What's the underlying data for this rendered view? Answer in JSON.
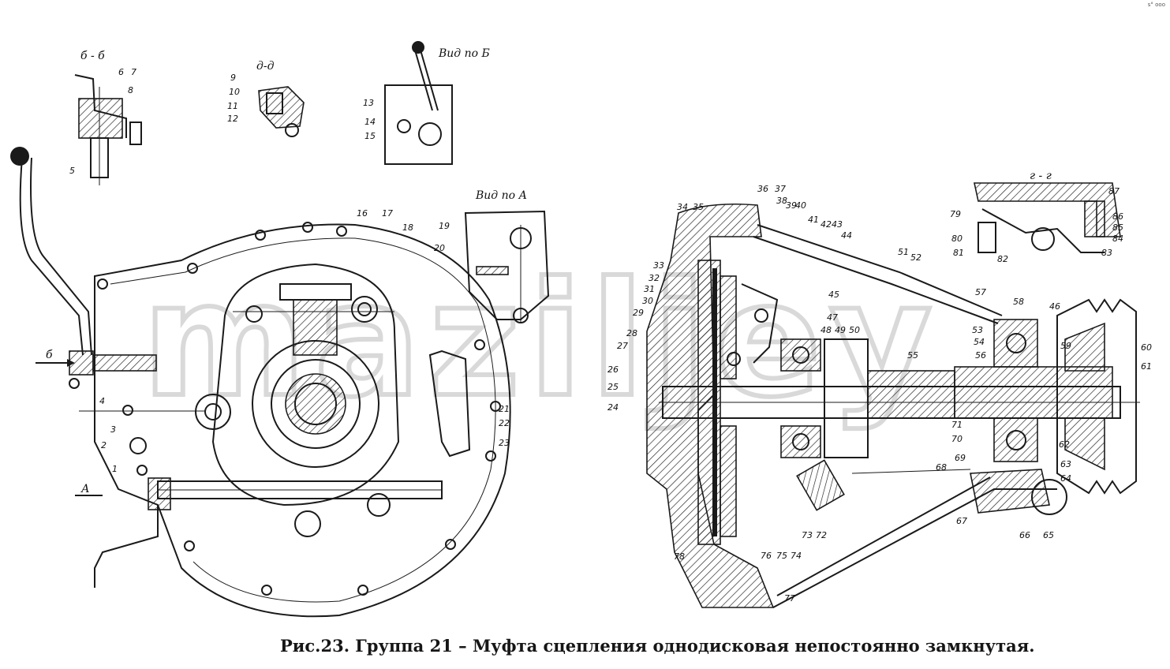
{
  "figure": {
    "caption": "Рис.23. Группа 21 – Муфта сцепления однодисковая непостоянно замкнутая.",
    "watermark": "maziljey",
    "corner_mark": "s° ooo"
  },
  "views": {
    "section_bb": "б - б",
    "section_dd": "д-д",
    "view_b": "Вид по Б",
    "view_a": "Вид по А",
    "section_gg": "г - г",
    "arrow_b": "б",
    "arrow_a": "А"
  },
  "callouts": [
    "1",
    "2",
    "3",
    "4",
    "5",
    "6",
    "7",
    "8",
    "9",
    "10",
    "11",
    "12",
    "13",
    "14",
    "15",
    "16",
    "17",
    "18",
    "19",
    "20",
    "21",
    "22",
    "23",
    "24",
    "25",
    "26",
    "27",
    "28",
    "29",
    "30",
    "31",
    "32",
    "33",
    "34",
    "35",
    "36",
    "37",
    "38",
    "39",
    "40",
    "41",
    "42",
    "43",
    "44",
    "45",
    "46",
    "47",
    "48",
    "49",
    "50",
    "51",
    "52",
    "53",
    "54",
    "55",
    "56",
    "57",
    "58",
    "59",
    "60",
    "61",
    "62",
    "63",
    "64",
    "65",
    "66",
    "67",
    "68",
    "69",
    "70",
    "71",
    "72",
    "73",
    "74",
    "75",
    "76",
    "77",
    "78",
    "79",
    "80",
    "81",
    "82",
    "83",
    "84",
    "85",
    "86",
    "87"
  ]
}
